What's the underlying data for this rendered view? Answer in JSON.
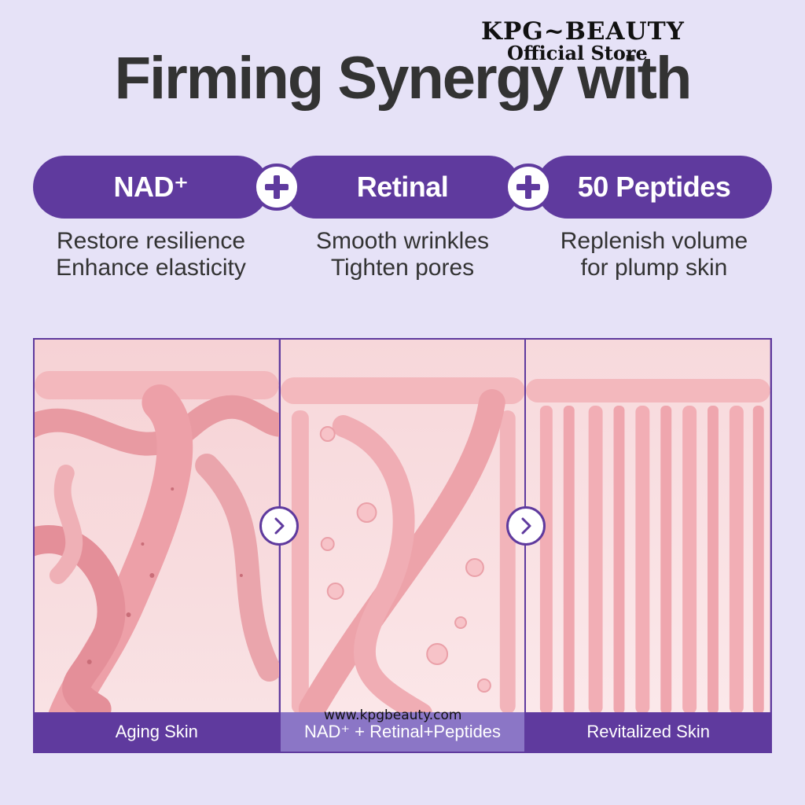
{
  "watermark": {
    "brand": "KPG~BEAUTY",
    "store": "Official Store"
  },
  "title": "Firming Synergy with",
  "ingredients": [
    {
      "name": "NAD⁺",
      "line1": "Restore resilience",
      "line2": "Enhance elasticity"
    },
    {
      "name": "Retinal",
      "line1": "Smooth wrinkles",
      "line2": "Tighten pores"
    },
    {
      "name": "50 Peptides",
      "line1": "Replenish volume",
      "line2": "for plump skin"
    }
  ],
  "panels": [
    {
      "caption": "Aging Skin"
    },
    {
      "caption": "NAD⁺ + Retinal+Peptides"
    },
    {
      "caption": "Revitalized Skin"
    }
  ],
  "website": "www.kpgbeauty.com",
  "icons": {
    "join": "plus-icon",
    "step": "chevron-right-icon"
  },
  "colors": {
    "background": "#e6e2f7",
    "brand_purple": "#5f3a9e",
    "caption_light": "#8b76c6",
    "title_text": "#333333",
    "skin_pink": "#f3b8bd"
  }
}
